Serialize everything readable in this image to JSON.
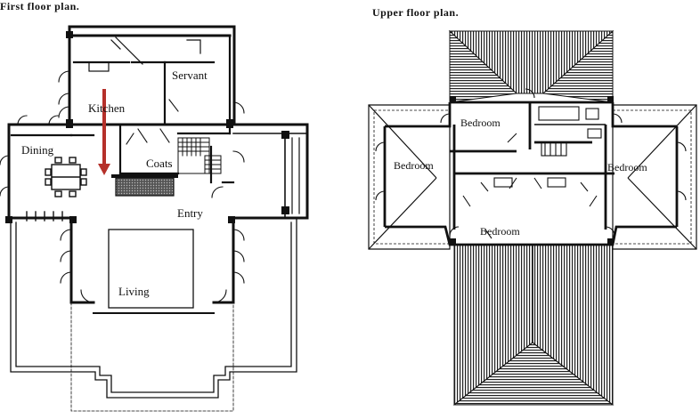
{
  "titles": {
    "first": "First floor plan.",
    "upper": "Upper floor plan."
  },
  "first_floor": {
    "rooms": {
      "kitchen": "Kitchen",
      "servant": "Servant",
      "dining": "Dining",
      "coats": "Coats",
      "entry": "Entry",
      "living": "Living"
    }
  },
  "upper_floor": {
    "rooms": {
      "bedroom_top": "Bedroom",
      "bedroom_left": "Bedroom",
      "bedroom_right": "Bedroom",
      "bedroom_bottom": "Bedroom"
    }
  },
  "colors": {
    "ink": "#111111",
    "annotation_arrow": "#b5302a",
    "hatch": "#333333"
  }
}
